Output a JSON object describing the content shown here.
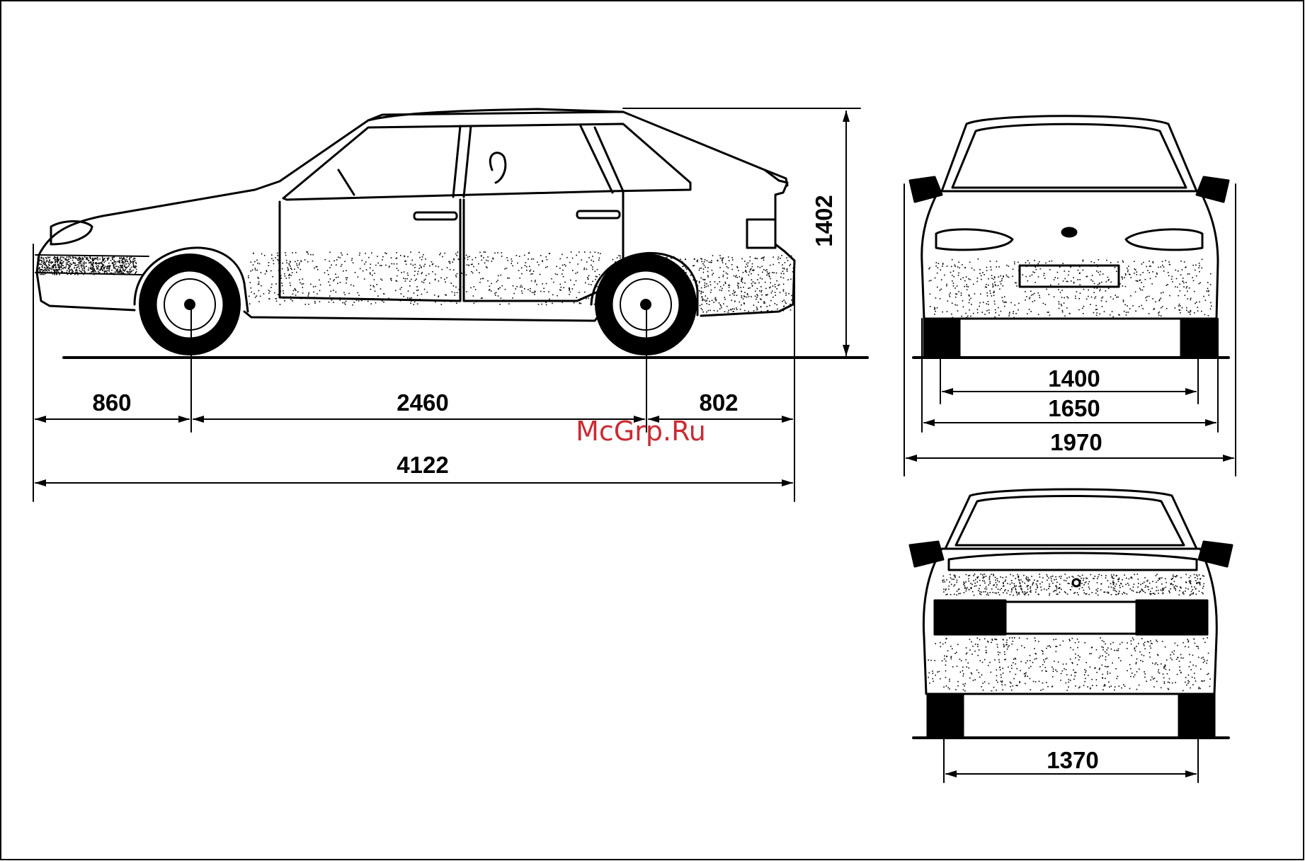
{
  "watermark": "McGrp.Ru",
  "side_view": {
    "dimensions": {
      "front_overhang": "860",
      "wheelbase": "2460",
      "rear_overhang": "802",
      "overall_length": "4122",
      "height": "1402"
    }
  },
  "front_view": {
    "dimensions": {
      "track_inner": "1400",
      "width_body": "1650",
      "width_mirrors": "1970"
    }
  },
  "rear_view": {
    "dimensions": {
      "rear_track": "1370"
    }
  }
}
